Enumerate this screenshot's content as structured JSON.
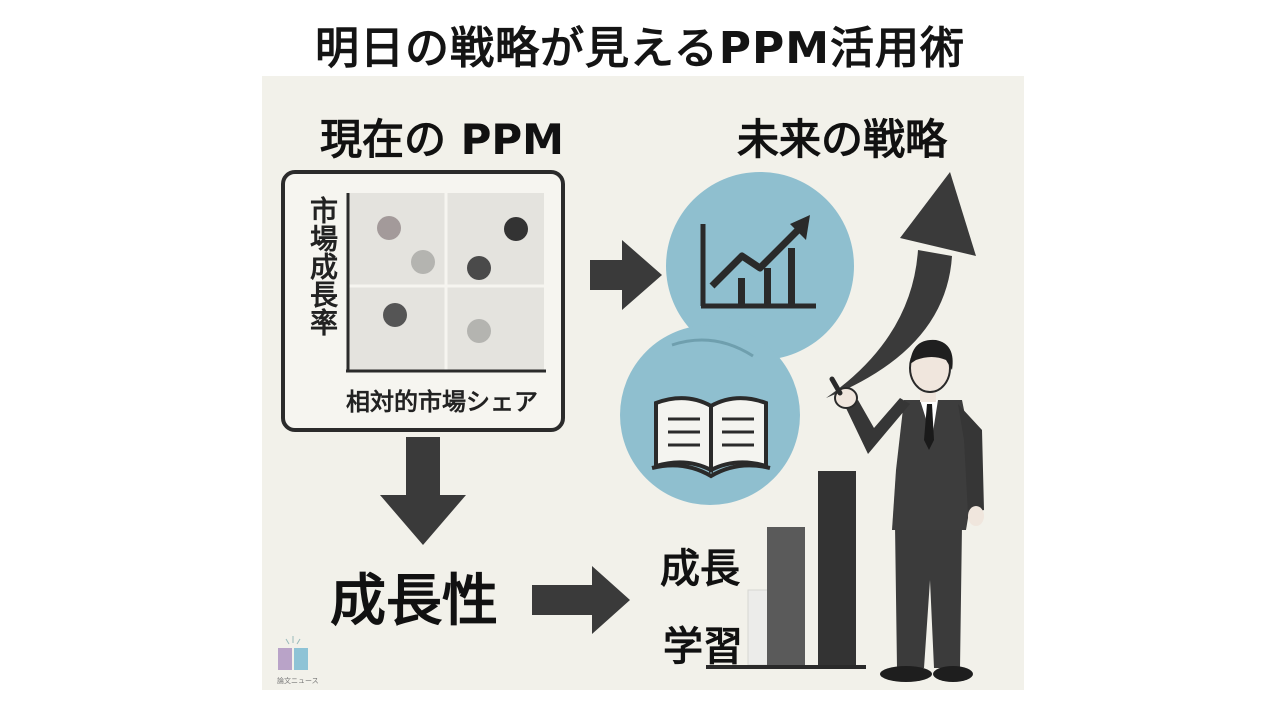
{
  "title": "明日の戦略が見えるPPM活用術",
  "heading_left": "現在の PPM",
  "heading_right": "未来の戦略",
  "matrix": {
    "y_label": "市場成長率",
    "x_label": "相対的市場シェア"
  },
  "label_growth_potential": "成長性",
  "label_growth": "成長",
  "label_learning": "学習",
  "brand_text": "論文ニュース",
  "icons": [
    "growth-chart-icon",
    "open-book-icon",
    "arrow-icon",
    "person-pointing-icon",
    "book-logo-icon"
  ],
  "colors": {
    "background": "#f2f1ea",
    "accent_circle": "#8fbfcf",
    "dark": "#2b2b2b"
  }
}
